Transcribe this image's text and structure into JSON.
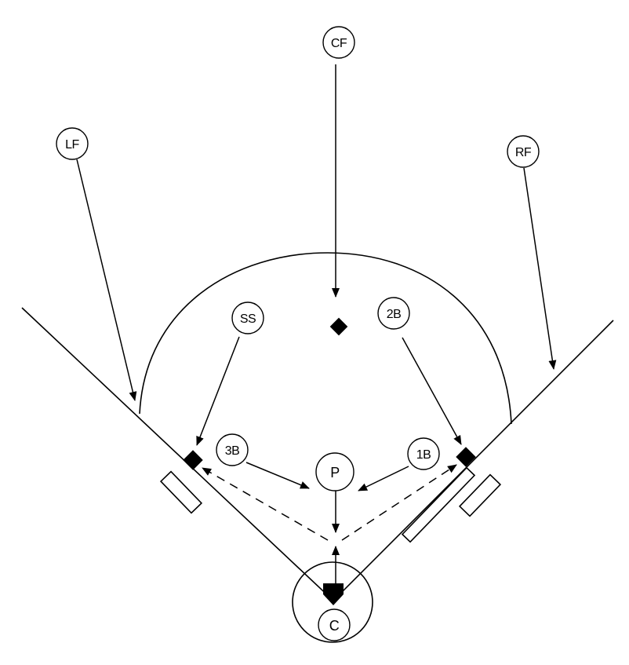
{
  "diagram": {
    "positions": {
      "cf": "CF",
      "lf": "LF",
      "rf": "RF",
      "ss": "SS",
      "second_base": "2B",
      "third_base": "3B",
      "first_base": "1B",
      "pitcher": "P",
      "catcher": "C"
    }
  }
}
